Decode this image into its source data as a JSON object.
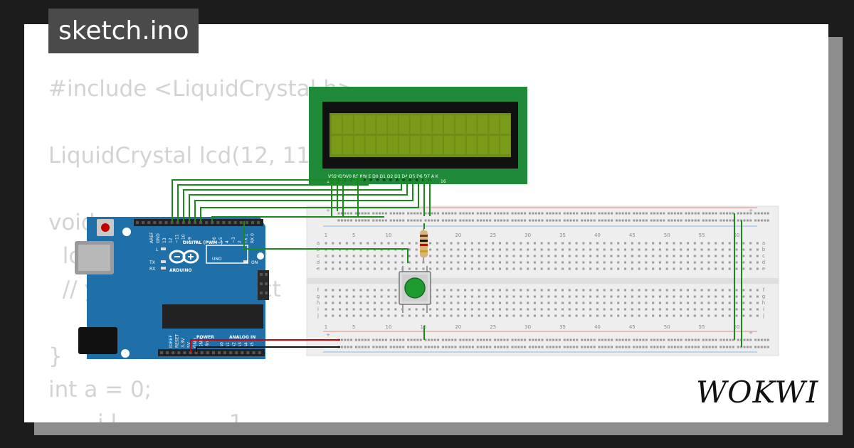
{
  "window": {
    "title": "sketch.ino"
  },
  "code_lines": [
    "#include <LiquidCrystal.h>",
    "",
    "LiquidCrystal lcd(12, 11,",
    "",
    "void",
    "  lc",
    "  // y                    ract",
    "",
    "}",
    "int a = 0;",
    "       i l                1"
  ],
  "brand": {
    "logo_text": "WOKWI"
  },
  "lcd": {
    "pin_labels": "VSSVDDV0 RS RW E  D0 D1 D2 D3 D4 D5 D6 D7  A   K",
    "pin_first": "1",
    "pin_last": "16",
    "colors": {
      "pcb": "#1e8a3a",
      "bezel": "#111111",
      "screen": "#6f8c14"
    }
  },
  "arduino": {
    "model": "UNO",
    "brand": "ARDUINO",
    "digital_header": "DIGITAL (PWM~)",
    "aref": "AREF",
    "gnd": "GND",
    "digital_pins": [
      "13",
      "12",
      "~11",
      "~10",
      "~9",
      "8",
      "7",
      "~6",
      "~5",
      "4",
      "~3",
      "2",
      "TX 1",
      "RX 0"
    ],
    "indicator_l": "L",
    "indicator_tx": "TX",
    "indicator_rx": "RX",
    "indicator_on": "ON",
    "power_header": "POWER",
    "analog_header": "ANALOG IN",
    "power_pins": [
      "IOREF",
      "RESET",
      "3.3V",
      "5V",
      "GND",
      "GND",
      "Vin"
    ],
    "analog_pins": [
      "A0",
      "A1",
      "A2",
      "A3",
      "A4",
      "A5"
    ],
    "colors": {
      "board": "#1f6fa8"
    }
  },
  "breadboard": {
    "column_numbers": [
      "1",
      "5",
      "10",
      "15",
      "20",
      "25",
      "30",
      "35",
      "40",
      "45",
      "50",
      "55",
      "60"
    ],
    "rows_top": [
      "a",
      "b",
      "c",
      "d",
      "e"
    ],
    "rows_bottom": [
      "f",
      "g",
      "h",
      "i",
      "j"
    ],
    "plus": "+",
    "minus": "−"
  },
  "wire_colors": {
    "signal": "#1a8a1a",
    "power": "#d10000",
    "ground": "#111111"
  },
  "button_color": "#1f9a2e"
}
